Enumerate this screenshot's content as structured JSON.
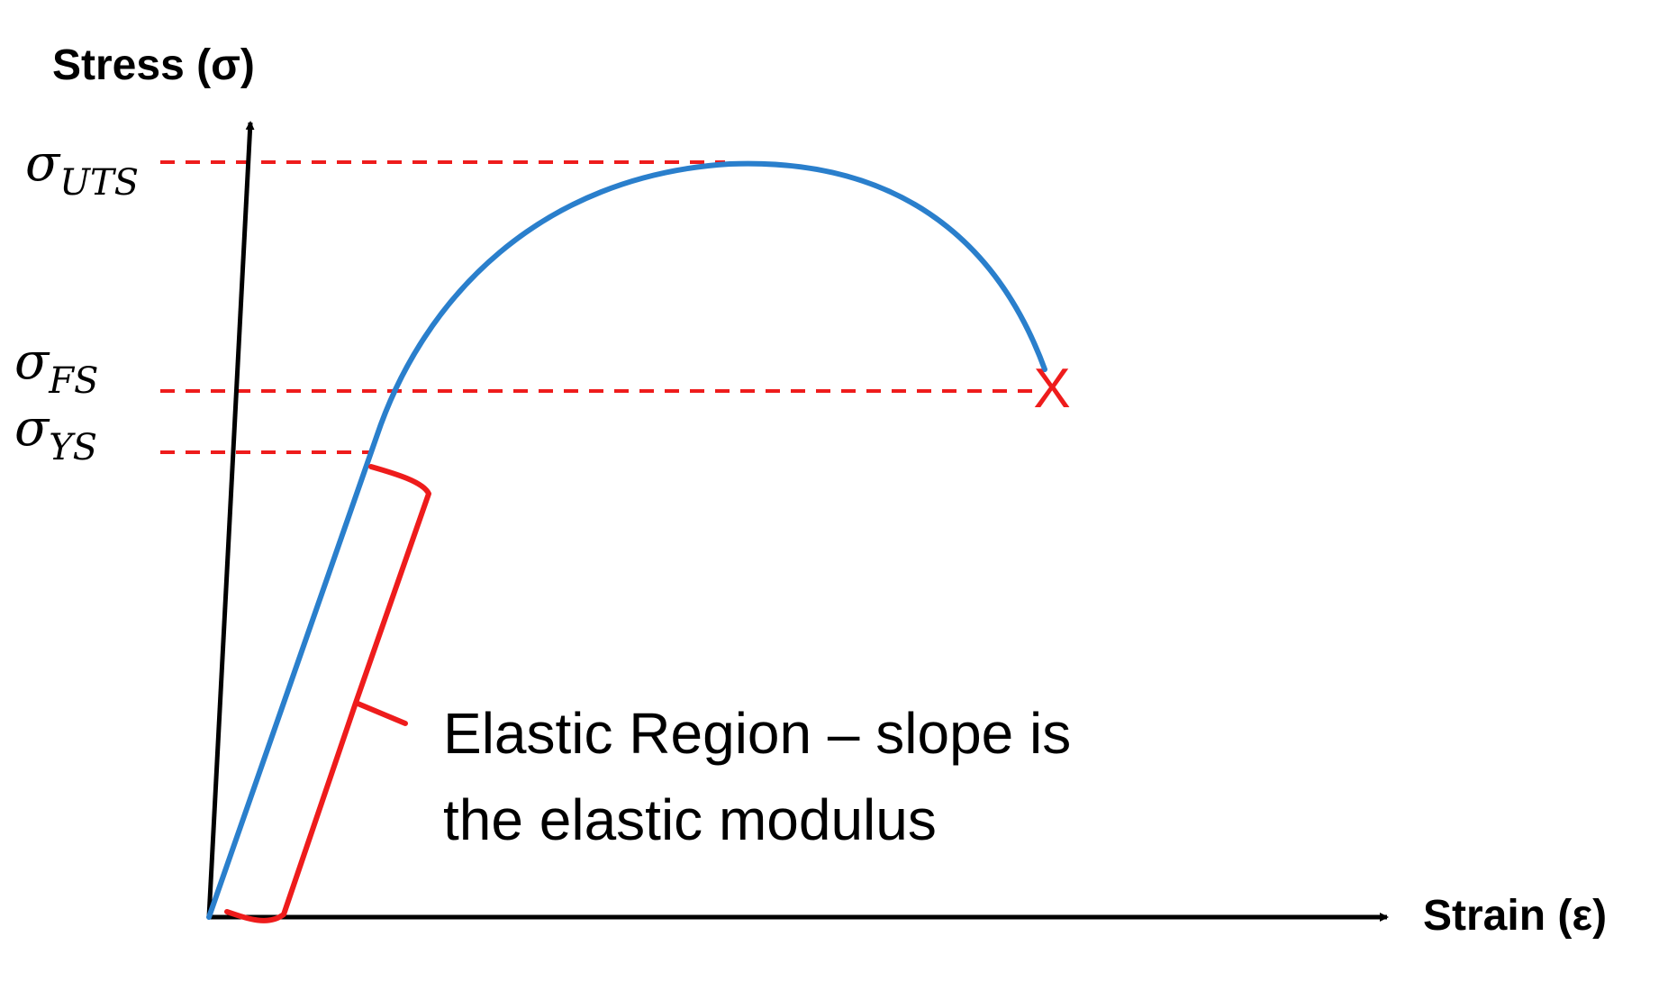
{
  "axes": {
    "y_title": "Stress (σ)",
    "x_title": "Strain (ε)"
  },
  "levels": {
    "uts": {
      "symbol": "σ",
      "subscript": "UTS"
    },
    "fs": {
      "symbol": "σ",
      "subscript": "FS"
    },
    "ys": {
      "symbol": "σ",
      "subscript": "YS"
    }
  },
  "fracture_mark": "X",
  "annotation": {
    "line1": "Elastic Region – slope is",
    "line2": "the elastic modulus"
  },
  "colors": {
    "curve": "#2a7fcc",
    "guide": "#ee1c1c",
    "axis": "#000000"
  }
}
